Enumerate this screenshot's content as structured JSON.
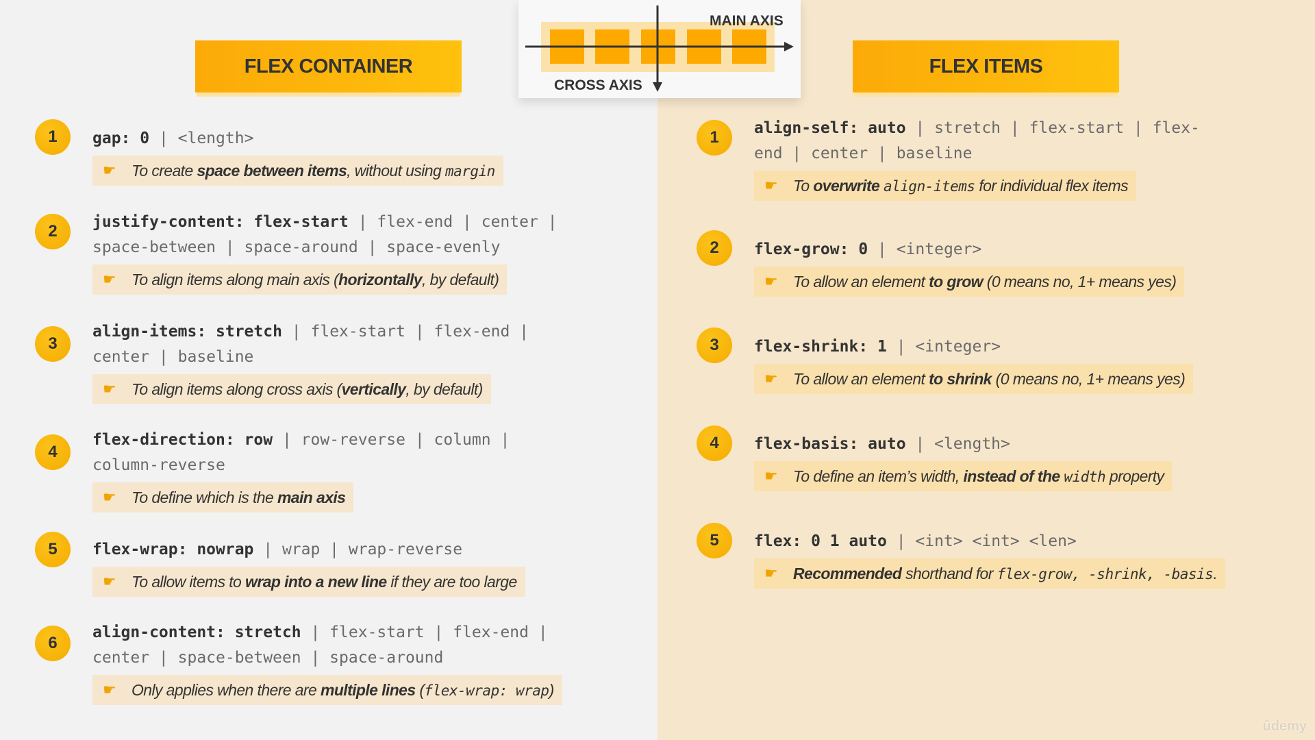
{
  "left": {
    "title": "FLEX CONTAINER",
    "items": [
      {
        "num": "1",
        "lines": [
          [
            {
              "t": "gap: 0",
              "b": true
            },
            {
              "t": " | <length>"
            }
          ]
        ],
        "note": [
          {
            "t": "To create "
          },
          {
            "t": "space between items",
            "s": "b"
          },
          {
            "t": ", without using "
          },
          {
            "t": "margin",
            "s": "m"
          }
        ]
      },
      {
        "num": "2",
        "lines": [
          [
            {
              "t": "justify-content: flex-start",
              "b": true
            },
            {
              "t": " | flex-end | center |"
            }
          ],
          [
            {
              "t": "space-between | space-around | space-evenly"
            }
          ]
        ],
        "note": [
          {
            "t": "To align items along main axis ("
          },
          {
            "t": "horizontally",
            "s": "b"
          },
          {
            "t": ", by default)"
          }
        ]
      },
      {
        "num": "3",
        "lines": [
          [
            {
              "t": "align-items: stretch",
              "b": true
            },
            {
              "t": " | flex-start | flex-end |"
            }
          ],
          [
            {
              "t": "center | baseline"
            }
          ]
        ],
        "note": [
          {
            "t": "To align items along cross axis ("
          },
          {
            "t": "vertically",
            "s": "b"
          },
          {
            "t": ", by default)"
          }
        ]
      },
      {
        "num": "4",
        "lines": [
          [
            {
              "t": "flex-direction: row",
              "b": true
            },
            {
              "t": " | row-reverse | column |"
            }
          ],
          [
            {
              "t": "column-reverse"
            }
          ]
        ],
        "note": [
          {
            "t": "To define which is the "
          },
          {
            "t": "main axis",
            "s": "b"
          }
        ]
      },
      {
        "num": "5",
        "lines": [
          [
            {
              "t": "flex-wrap: nowrap",
              "b": true
            },
            {
              "t": " | wrap | wrap-reverse"
            }
          ]
        ],
        "note": [
          {
            "t": "To allow items to "
          },
          {
            "t": "wrap into a new line",
            "s": "b"
          },
          {
            "t": " if they are too large"
          }
        ]
      },
      {
        "num": "6",
        "lines": [
          [
            {
              "t": "align-content: stretch",
              "b": true
            },
            {
              "t": " | flex-start | flex-end |"
            }
          ],
          [
            {
              "t": "center | space-between | space-around"
            }
          ]
        ],
        "note": [
          {
            "t": "Only applies when there are "
          },
          {
            "t": "multiple lines",
            "s": "b"
          },
          {
            "t": " ("
          },
          {
            "t": "flex-wrap: wrap",
            "s": "m"
          },
          {
            "t": ")"
          }
        ]
      }
    ]
  },
  "right": {
    "title": "FLEX ITEMS",
    "items": [
      {
        "num": "1",
        "lines": [
          [
            {
              "t": "align-self: auto",
              "b": true
            },
            {
              "t": " | stretch | flex-start | flex-"
            }
          ],
          [
            {
              "t": "end | center | baseline"
            }
          ]
        ],
        "note": [
          {
            "t": "To "
          },
          {
            "t": "overwrite",
            "s": "b"
          },
          {
            "t": " "
          },
          {
            "t": "align-items",
            "s": "m"
          },
          {
            "t": " for individual flex items"
          }
        ]
      },
      {
        "num": "2",
        "lines": [
          [
            {
              "t": "flex-grow: 0",
              "b": true
            },
            {
              "t": " | <integer>"
            }
          ]
        ],
        "note": [
          {
            "t": "To allow an element "
          },
          {
            "t": "to grow",
            "s": "b"
          },
          {
            "t": " (0 means no, 1+ means yes)"
          }
        ]
      },
      {
        "num": "3",
        "lines": [
          [
            {
              "t": "flex-shrink: 1",
              "b": true
            },
            {
              "t": " | <integer>"
            }
          ]
        ],
        "note": [
          {
            "t": "To allow an element "
          },
          {
            "t": "to shrink",
            "s": "b"
          },
          {
            "t": " (0 means no, 1+ means yes)"
          }
        ]
      },
      {
        "num": "4",
        "lines": [
          [
            {
              "t": "flex-basis: auto",
              "b": true
            },
            {
              "t": " | <length>"
            }
          ]
        ],
        "note": [
          {
            "t": "To define an item’s width, "
          },
          {
            "t": "instead of the ",
            "s": "b"
          },
          {
            "t": "width",
            "s": "m"
          },
          {
            "t": " property"
          }
        ]
      },
      {
        "num": "5",
        "lines": [
          [
            {
              "t": "flex: 0 1 auto",
              "b": true
            },
            {
              "t": " | <int> <int> <len>"
            }
          ]
        ],
        "note": [
          {
            "t": "Recommended",
            "s": "b"
          },
          {
            "t": " shorthand for "
          },
          {
            "t": "flex-grow, -shrink, -basis",
            "s": "m"
          },
          {
            "t": "."
          }
        ]
      }
    ]
  },
  "diagram": {
    "main_axis": "MAIN AXIS",
    "cross_axis": "CROSS AXIS"
  },
  "watermark": "ûdemy",
  "colors": {
    "accent": "#fcaa08",
    "badge": "#f7b500",
    "left_bg": "#f2f2f2",
    "right_bg": "#f6e6cc"
  },
  "icons": {
    "note": "pointing-hand-icon"
  }
}
